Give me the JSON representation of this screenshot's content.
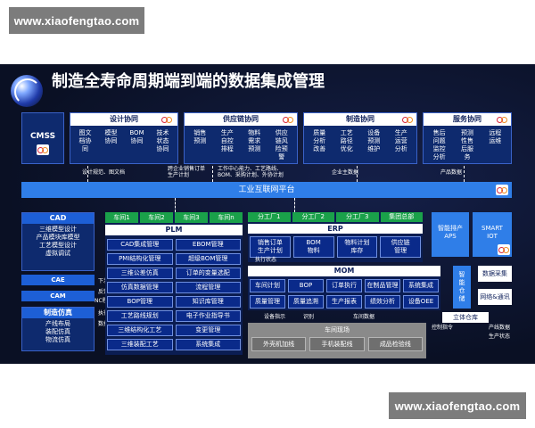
{
  "watermark": {
    "top": "www.xiaofengtao.com",
    "bottom": "www.xiaofengtao.com"
  },
  "title": "制造全寿命周期端到端的数据集成管理",
  "top_row": {
    "cmss": "CMSS",
    "groups": [
      {
        "header": "设计协同",
        "cells": [
          "图文档协同",
          "模型协同",
          "BOM协同",
          "技术状态协同"
        ]
      },
      {
        "header": "供应链协同",
        "cells": [
          "销售预测",
          "生产自控排程",
          "物料需求预测",
          "供应链风险预警"
        ]
      },
      {
        "header": "制造协同",
        "cells": [
          "质量分析改善",
          "工艺路径优化",
          "设备预测维护",
          "生产运营分析"
        ]
      },
      {
        "header": "服务协同",
        "cells": [
          "售后问题监控分析",
          "预测性售后服务",
          "远程运维"
        ]
      }
    ]
  },
  "flow_labels": {
    "design_bom": "设计规范、图文档",
    "orders": "跨企业销售订单\n生产计划",
    "work_center": "工作中心能力、工艺路线、\nBOM、采购计划、外协计划",
    "enterprise": "企业主数据",
    "product_data": "产品数据"
  },
  "iip": "工业互联网平台",
  "cad": {
    "title": "CAD",
    "items": [
      "三维模型设计",
      "产品模块库模型",
      "工艺模型设计",
      "虚拟调试"
    ]
  },
  "cae": "CAE",
  "cam": "CAM",
  "sim": {
    "title": "制造仿真",
    "items": [
      "产线布局",
      "装配仿真",
      "物流仿真"
    ]
  },
  "plm": {
    "tabs": [
      "车间1",
      "车间2",
      "车间3",
      "车间n"
    ],
    "title": "PLM",
    "rows": [
      [
        "CAD集成管理",
        "EBOM管理"
      ],
      [
        "PMI结构化管理",
        "超级BOM管理"
      ],
      [
        "三维公差仿真",
        "订单的变量选配"
      ],
      [
        "仿真数据管理",
        "流程管理"
      ],
      [
        "BOP管理",
        "知识库管理"
      ],
      [
        "工艺路线规划",
        "电子作业指导书"
      ],
      [
        "三维结构化工艺",
        "变更管理"
      ],
      [
        "三维装配工艺",
        "系统集成"
      ]
    ]
  },
  "side_labels": {
    "l1": "下发",
    "l2": "反馈",
    "l3": "NC程序",
    "l4": "执行",
    "l5": "数据"
  },
  "erp": {
    "tabs": [
      "分工厂1",
      "分工厂2",
      "分工厂3",
      "集团总部"
    ],
    "title": "ERP",
    "cells": [
      "销售订单\n生产计划",
      "BOM\n物料",
      "物料计划\n库存",
      "供应链\n管理"
    ],
    "below_label": "执行状态"
  },
  "aps": "智能排产\nAPS",
  "iot": "SMART\nIOT",
  "mom": {
    "title": "MOM",
    "row1": [
      "车间计划",
      "BOP",
      "订单执行",
      "在制品管理",
      "系统集成"
    ],
    "row2": [
      "质量管理",
      "质量追溯",
      "生产报表",
      "绩效分析",
      "设备OEE"
    ]
  },
  "smart_warehouse": "智能仓储",
  "data_collect": "数据采集",
  "network": "网络&通讯",
  "stereo": "立体仓库",
  "bottom_labels": [
    "设备指示",
    "识别",
    "车间数据",
    "控制指令",
    "产线数据",
    "生产状态"
  ],
  "workshop": {
    "title": "车间现场",
    "cells": [
      "外壳机加线",
      "手机装配线",
      "成品检验线"
    ]
  }
}
